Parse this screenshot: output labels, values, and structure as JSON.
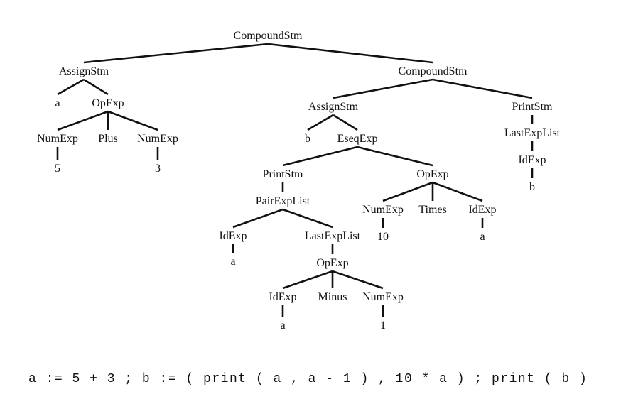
{
  "tree": {
    "nodes": [
      {
        "id": "n0",
        "label": "CompoundStm"
      },
      {
        "id": "n1",
        "label": "AssignStm"
      },
      {
        "id": "n2",
        "label": "a"
      },
      {
        "id": "n3",
        "label": "OpExp"
      },
      {
        "id": "n4",
        "label": "NumExp"
      },
      {
        "id": "n5",
        "label": "Plus"
      },
      {
        "id": "n6",
        "label": "NumExp"
      },
      {
        "id": "n7",
        "label": "5"
      },
      {
        "id": "n8",
        "label": "3"
      },
      {
        "id": "n9",
        "label": "CompoundStm"
      },
      {
        "id": "n10",
        "label": "AssignStm"
      },
      {
        "id": "n11",
        "label": "b"
      },
      {
        "id": "n12",
        "label": "EseqExp"
      },
      {
        "id": "n13",
        "label": "PrintStm"
      },
      {
        "id": "n14",
        "label": "PairExpList"
      },
      {
        "id": "n15",
        "label": "IdExp"
      },
      {
        "id": "n16",
        "label": "a"
      },
      {
        "id": "n17",
        "label": "LastExpList"
      },
      {
        "id": "n18",
        "label": "OpExp"
      },
      {
        "id": "n19",
        "label": "IdExp"
      },
      {
        "id": "n20",
        "label": "Minus"
      },
      {
        "id": "n21",
        "label": "NumExp"
      },
      {
        "id": "n22",
        "label": "a"
      },
      {
        "id": "n23",
        "label": "1"
      },
      {
        "id": "n24",
        "label": "OpExp"
      },
      {
        "id": "n25",
        "label": "NumExp"
      },
      {
        "id": "n26",
        "label": "Times"
      },
      {
        "id": "n27",
        "label": "IdExp"
      },
      {
        "id": "n28",
        "label": "10"
      },
      {
        "id": "n29",
        "label": "a"
      },
      {
        "id": "n30",
        "label": "PrintStm"
      },
      {
        "id": "n31",
        "label": "LastExpList"
      },
      {
        "id": "n32",
        "label": "IdExp"
      },
      {
        "id": "n33",
        "label": "b"
      }
    ],
    "edges": [
      [
        "n0",
        "n1"
      ],
      [
        "n0",
        "n9"
      ],
      [
        "n1",
        "n2"
      ],
      [
        "n1",
        "n3"
      ],
      [
        "n3",
        "n4"
      ],
      [
        "n3",
        "n5"
      ],
      [
        "n3",
        "n6"
      ],
      [
        "n4",
        "n7"
      ],
      [
        "n6",
        "n8"
      ],
      [
        "n9",
        "n10"
      ],
      [
        "n9",
        "n30"
      ],
      [
        "n10",
        "n11"
      ],
      [
        "n10",
        "n12"
      ],
      [
        "n12",
        "n13"
      ],
      [
        "n12",
        "n24"
      ],
      [
        "n13",
        "n14"
      ],
      [
        "n14",
        "n15"
      ],
      [
        "n14",
        "n17"
      ],
      [
        "n15",
        "n16"
      ],
      [
        "n17",
        "n18"
      ],
      [
        "n18",
        "n19"
      ],
      [
        "n18",
        "n20"
      ],
      [
        "n18",
        "n21"
      ],
      [
        "n19",
        "n22"
      ],
      [
        "n21",
        "n23"
      ],
      [
        "n24",
        "n25"
      ],
      [
        "n24",
        "n26"
      ],
      [
        "n24",
        "n27"
      ],
      [
        "n25",
        "n28"
      ],
      [
        "n27",
        "n29"
      ],
      [
        "n30",
        "n31"
      ],
      [
        "n31",
        "n32"
      ],
      [
        "n32",
        "n33"
      ]
    ]
  },
  "source_code": "a := 5 + 3 ; b := ( print ( a , a - 1 ) , 10 * a ) ; print ( b )"
}
